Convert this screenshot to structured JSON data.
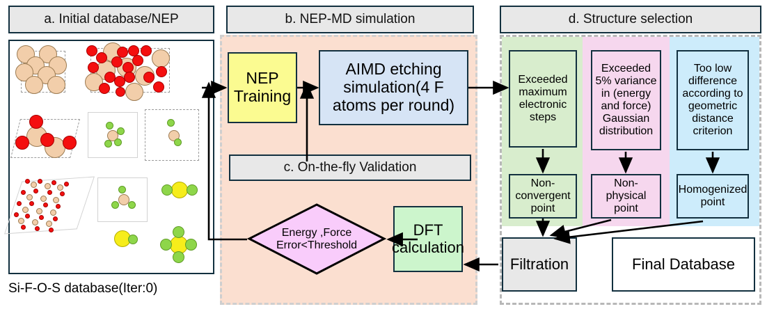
{
  "panels": {
    "a": {
      "header": "a. Initial database/NEP",
      "caption": "Si-F-O-S database(Iter:0)",
      "legend": {
        "si_color": "#f2ceaa",
        "o_color": "#f40f0f",
        "f_color": "#8ed64a",
        "s_color": "#f6ed1b"
      }
    },
    "b": {
      "header": "b. NEP-MD simulation",
      "background_color": "#fbdfd0",
      "nep_training": "NEP Training",
      "nep_training_color": "#fbfb91",
      "aimd": "AIMD etching simulation(4 F atoms per round)",
      "aimd_color": "#d6e4f5"
    },
    "c": {
      "header": "c. On-the-fly Validation",
      "decision": "Energy ,Force Error<Threshold",
      "decision_color": "#f9ccfb",
      "dft": "DFT calculation",
      "dft_color": "#ccf5cc"
    },
    "d": {
      "header": "d. Structure selection",
      "criteria": [
        {
          "text": "Exceeded maximum electronic steps",
          "color": "#d8edcd"
        },
        {
          "text": "Exceeded 5% variance in (energy and force) Gaussian distribution",
          "color": "#f6d7ee"
        },
        {
          "text": "Too low difference according to geometric distance criterion",
          "color": "#cdecfb"
        }
      ],
      "points": [
        {
          "text": "Non-convergent point",
          "color": "#d8edcd"
        },
        {
          "text": "Non-physical point",
          "color": "#f6d7ee"
        },
        {
          "text": "Homogenized point",
          "color": "#cdecfb"
        }
      ],
      "filtration": "Filtration",
      "filtration_color": "#e8e8e8",
      "final_database": "Final Database",
      "final_database_color": "#ffffff"
    }
  }
}
